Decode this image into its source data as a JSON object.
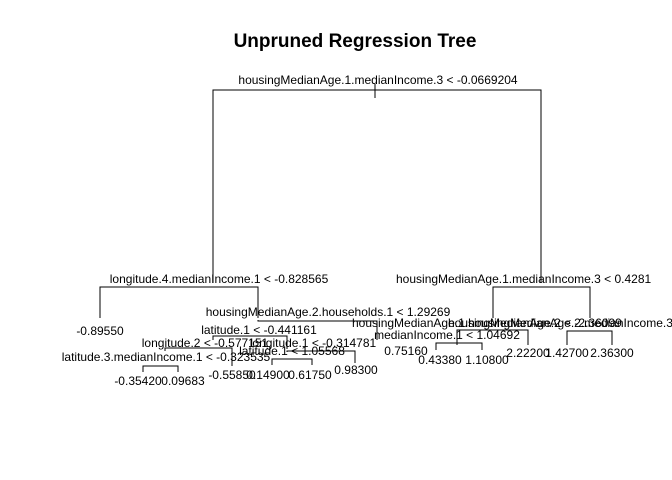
{
  "title": "Unpruned Regression Tree",
  "splits": {
    "root": "housingMedianAge.1.medianIncome.3 < -0.0669204",
    "left": "longitude.4.medianIncome.1 < -0.828565",
    "right": "housingMedianAge.1.medianIncome.3 < 0.4281",
    "l_mid": "housingMedianAge.2.households.1 < 1.29269",
    "l_lat": "latitude.1 < -0.441161",
    "l_lon2": "longitude.2 < -0.577151",
    "l_lon1": "longitude.1 < -0.314781",
    "l_lat3": "latitude.3.medianIncome.1 < -0.323535",
    "l_lat1b": "latitude.1 < 1.05568",
    "r_hma1": "housingMedianAge.1.housingMedianAge.2.medianIncome.3",
    "r_hma2": "housingMedianAge.2 < -2.36099",
    "r_mi1": "medianIncome.1 < 1.04692"
  },
  "leaves": {
    "l1": "-0.89550",
    "l2": "-0.35420",
    "l3": "0.09683",
    "l4": "-0.55850",
    "l5": "0.14900",
    "l6": "0.61750",
    "l7": "0.98300",
    "l8": "0.75160",
    "r1": "0.43380",
    "r2": "1.10800",
    "r3": "2.22200",
    "r4": "1.42700",
    "r5": "2.36300"
  },
  "colors": {
    "background": "#ffffff",
    "lines": "#000000",
    "text": "#000000"
  }
}
